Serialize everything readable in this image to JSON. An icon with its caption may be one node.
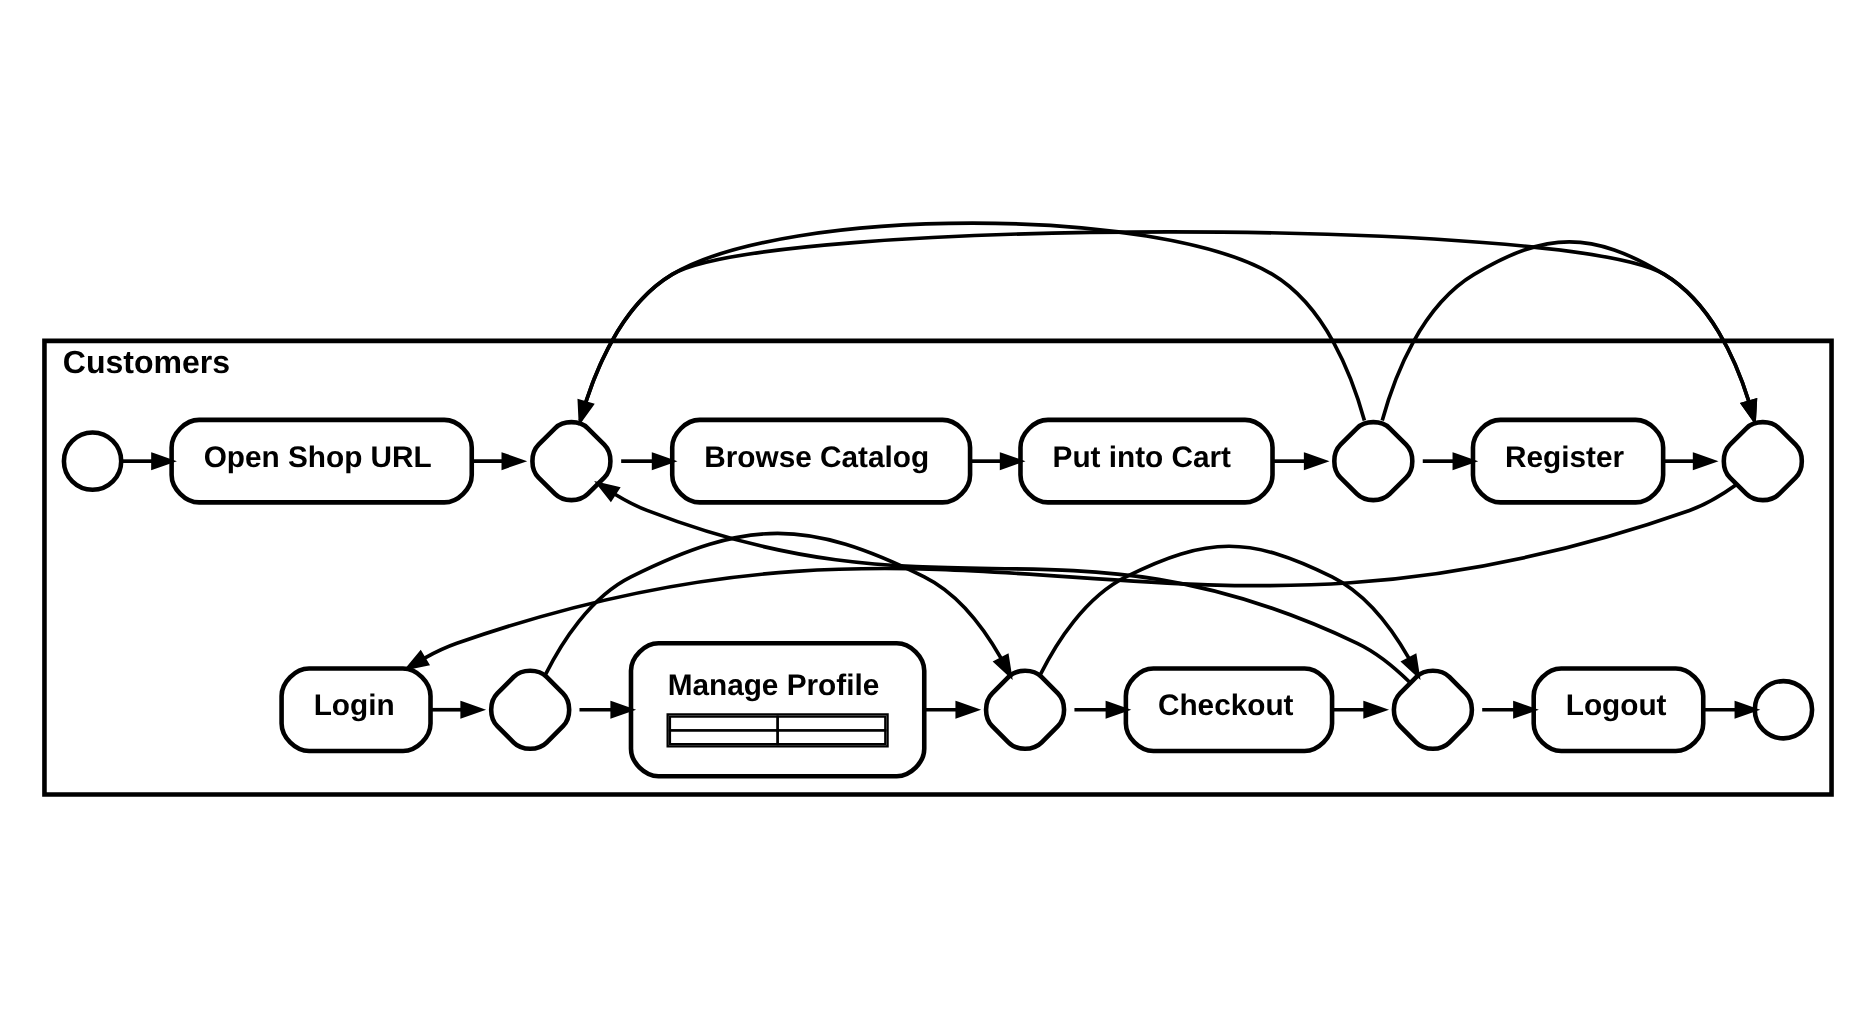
{
  "diagram": {
    "nodes": [
      {
        "text": [
          "Customers"
        ]
      },
      {
        "text": [],
        "shape": "circle",
        "in": 0
      },
      {
        "text": [
          "Open Shop URL"
        ],
        "in": 0
      },
      {
        "text": [],
        "shape": "diamond",
        "in": 0
      },
      {
        "text": [
          "Browse Catalog"
        ],
        "in": 0
      },
      {
        "text": [
          "Put into Cart"
        ],
        "in": 0
      },
      {
        "text": [],
        "shape": "diamond",
        "in": 0
      },
      {
        "text": [
          "Register"
        ],
        "in": 0
      },
      {
        "text": [],
        "shape": "diamond",
        "in": 0
      },
      {
        "text": [
          "Login"
        ],
        "in": 0
      },
      {
        "text": [],
        "shape": "diamond",
        "in": 0
      },
      {
        "text": [
          "Manage Profile"
        ],
        "in": 0
      },
      {
        "text": [],
        "shape": "diamond",
        "in": 0
      },
      {
        "text": [
          "Checkout"
        ],
        "in": 0
      },
      {
        "text": [],
        "shape": "diamond",
        "in": 0
      },
      {
        "text": [
          "Logout"
        ],
        "in": 0
      },
      {
        "text": [],
        "shape": "circle",
        "in": 0
      }
    ],
    "edges": [
      {
        "from": 1,
        "to": 2,
        "arrow": "to"
      },
      {
        "from": 2,
        "to": 3,
        "arrow": "to"
      },
      {
        "from": 3,
        "to": 4,
        "arrow": "to"
      },
      {
        "from": 3,
        "to": 8,
        "arrow": "to"
      },
      {
        "from": 4,
        "to": 5,
        "arrow": "to"
      },
      {
        "from": 5,
        "to": 6,
        "arrow": "to"
      },
      {
        "from": 6,
        "to": 7,
        "arrow": "to"
      },
      {
        "from": 6,
        "to": 8,
        "arrow": "to"
      },
      {
        "from": 7,
        "to": 8,
        "arrow": "to"
      },
      {
        "from": 6,
        "to": 3,
        "arrow": "to"
      },
      {
        "from": 8,
        "to": 9,
        "arrow": "to"
      },
      {
        "from": 9,
        "to": 10,
        "arrow": "to"
      },
      {
        "from": 10,
        "to": 11,
        "arrow": "to"
      },
      {
        "from": 10,
        "to": 12,
        "arrow": "to"
      },
      {
        "from": 11,
        "to": 12,
        "arrow": "to"
      },
      {
        "from": 12,
        "to": 13,
        "arrow": "to"
      },
      {
        "from": 12,
        "to": 14,
        "arrow": "to"
      },
      {
        "from": 13,
        "to": 14,
        "arrow": "to"
      },
      {
        "from": 14,
        "to": 3,
        "arrow": "to"
      },
      {
        "from": 14,
        "to": 15,
        "arrow": "to"
      },
      {
        "from": 15,
        "to": 16,
        "arrow": "to"
      }
    ]
  }
}
